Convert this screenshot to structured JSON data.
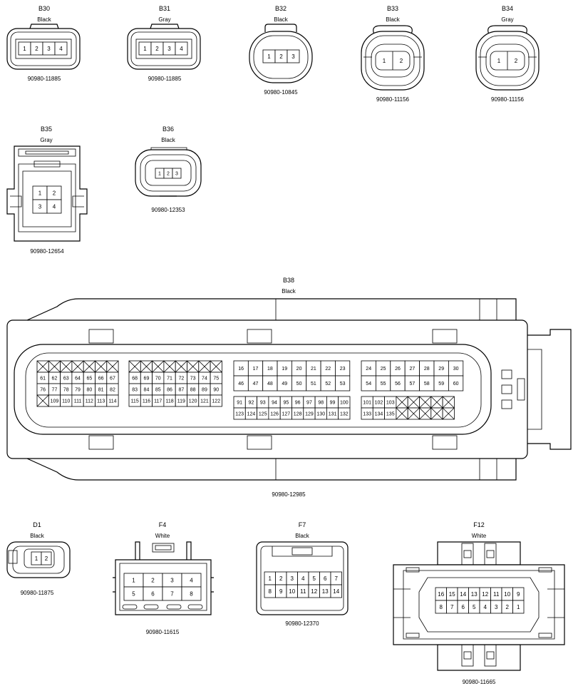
{
  "connectors": {
    "b30": {
      "code": "B30",
      "color": "Black",
      "part": "90980-11885",
      "pins": [
        "1",
        "2",
        "3",
        "4"
      ]
    },
    "b31": {
      "code": "B31",
      "color": "Gray",
      "part": "90980-11885",
      "pins": [
        "1",
        "2",
        "3",
        "4"
      ]
    },
    "b32": {
      "code": "B32",
      "color": "Black",
      "part": "90980-10845",
      "pins": [
        "1",
        "2",
        "3"
      ]
    },
    "b33": {
      "code": "B33",
      "color": "Black",
      "part": "90980-11156",
      "pins": [
        "1",
        "2"
      ]
    },
    "b34": {
      "code": "B34",
      "color": "Gray",
      "part": "90980-11156",
      "pins": [
        "1",
        "2"
      ]
    },
    "b35": {
      "code": "B35",
      "color": "Gray",
      "part": "90980-12654",
      "pins": [
        [
          "1",
          "2"
        ],
        [
          "3",
          "4"
        ]
      ]
    },
    "b36": {
      "code": "B36",
      "color": "Black",
      "part": "90980-12353",
      "pins": [
        "1",
        "2",
        "3"
      ]
    },
    "b38": {
      "code": "B38",
      "color": "Black",
      "part": "90980-12985",
      "block1": [
        [
          "",
          "",
          "",
          "",
          "",
          "",
          ""
        ],
        [
          "61",
          "62",
          "63",
          "64",
          "65",
          "66",
          "67"
        ],
        [
          "76",
          "77",
          "78",
          "79",
          "80",
          "81",
          "82"
        ],
        [
          "",
          "109",
          "110",
          "111",
          "112",
          "113",
          "114"
        ]
      ],
      "block2": [
        [
          "",
          "",
          "",
          "",
          "",
          "",
          "",
          ""
        ],
        [
          "68",
          "69",
          "70",
          "71",
          "72",
          "73",
          "74",
          "75"
        ],
        [
          "83",
          "84",
          "85",
          "86",
          "87",
          "88",
          "89",
          "90"
        ],
        [
          "115",
          "116",
          "117",
          "118",
          "119",
          "120",
          "121",
          "122"
        ]
      ],
      "block3": [
        [
          "16",
          "17",
          "18",
          "19",
          "20",
          "21",
          "22",
          "23"
        ],
        [
          "46",
          "47",
          "48",
          "49",
          "50",
          "51",
          "52",
          "53"
        ],
        [
          "91",
          "92",
          "93",
          "94",
          "95",
          "96",
          "97",
          "98",
          "99",
          "100"
        ],
        [
          "123",
          "124",
          "125",
          "126",
          "127",
          "128",
          "129",
          "130",
          "131",
          "132"
        ]
      ],
      "block4": [
        [
          "24",
          "25",
          "26",
          "27",
          "28",
          "29",
          "30"
        ],
        [
          "54",
          "55",
          "56",
          "57",
          "58",
          "59",
          "60"
        ],
        [
          "101",
          "102",
          "103",
          "",
          "",
          "",
          "",
          ""
        ],
        [
          "133",
          "134",
          "135",
          "",
          "",
          "",
          "",
          ""
        ]
      ]
    },
    "d1": {
      "code": "D1",
      "color": "Black",
      "part": "90980-11875",
      "pins": [
        "1",
        "2"
      ]
    },
    "f4": {
      "code": "F4",
      "color": "White",
      "part": "90980-11615",
      "pins": [
        [
          "1",
          "2",
          "3",
          "4"
        ],
        [
          "5",
          "6",
          "7",
          "8"
        ]
      ]
    },
    "f7": {
      "code": "F7",
      "color": "Black",
      "part": "90980-12370",
      "pins": [
        [
          "1",
          "2",
          "3",
          "4",
          "5",
          "6",
          "7"
        ],
        [
          "8",
          "9",
          "10",
          "11",
          "12",
          "13",
          "14"
        ]
      ]
    },
    "f12": {
      "code": "F12",
      "color": "White",
      "part": "90980-11665",
      "pins": [
        [
          "16",
          "15",
          "14",
          "13",
          "12",
          "11",
          "10",
          "9"
        ],
        [
          "8",
          "7",
          "6",
          "5",
          "4",
          "3",
          "2",
          "1"
        ]
      ]
    }
  }
}
